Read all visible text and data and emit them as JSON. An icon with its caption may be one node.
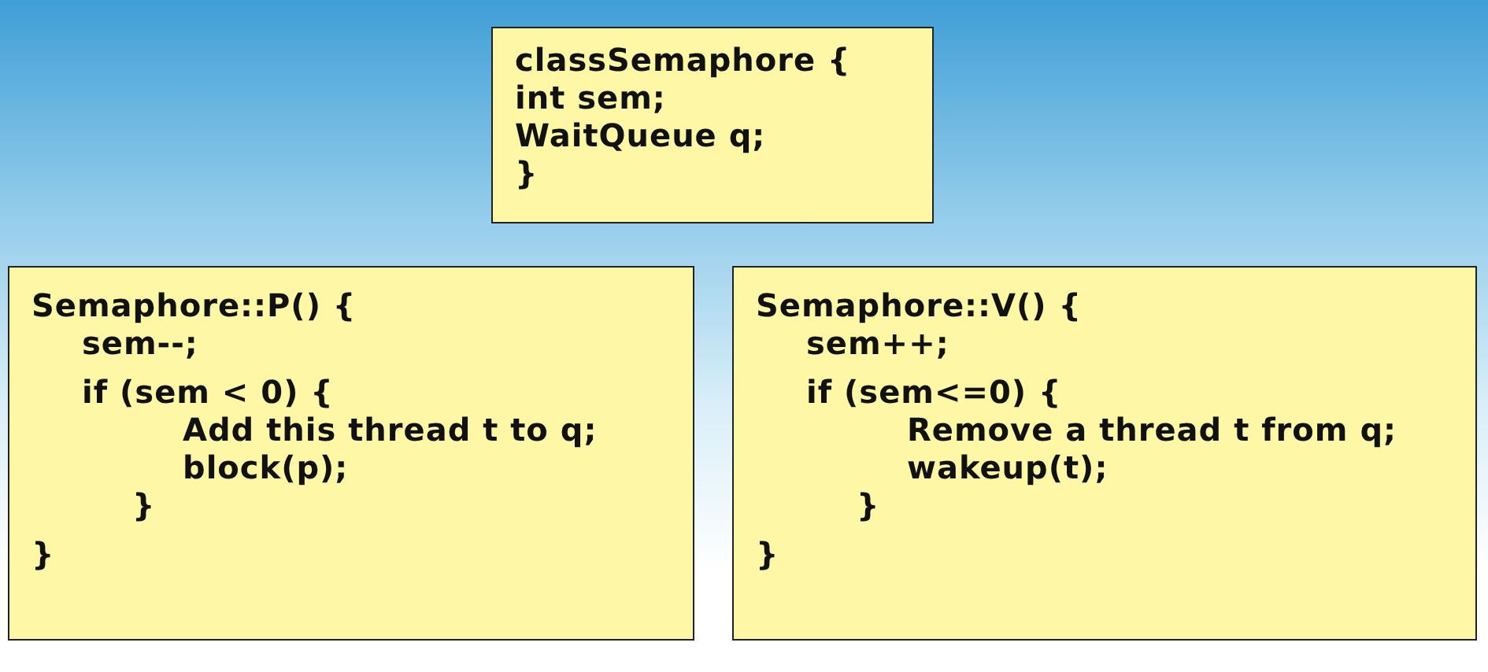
{
  "diagram": {
    "nodes": [
      {
        "text": [
          "classSemaphore {",
          "int sem;",
          "WaitQueue q;",
          "}"
        ]
      },
      {
        "text": [
          "Semaphore::P() {",
          "sem--;",
          "if (sem < 0) {",
          "Add this thread t to q;",
          "block(p);",
          "}",
          "}"
        ]
      },
      {
        "text": [
          "Semaphore::V() {",
          "sem++;",
          "if (sem<=0) {",
          "Remove a thread t from q;",
          "wakeup(t);",
          "}",
          "}"
        ]
      }
    ]
  }
}
